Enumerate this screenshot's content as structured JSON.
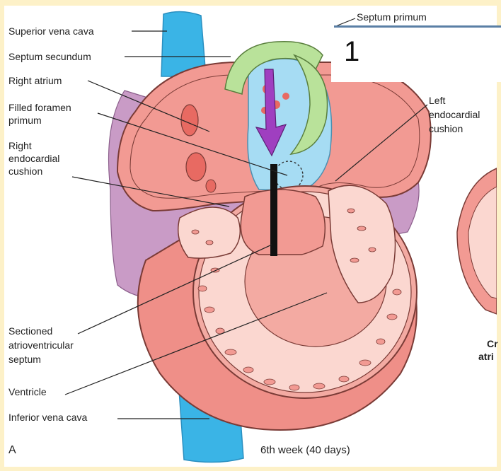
{
  "labels": {
    "superior_vena_cava": "Superior vena cava",
    "septum_secundum": "Septum secundum",
    "right_atrium": "Right atrium",
    "filled_foramen_primum_1": "Filled foramen",
    "filled_foramen_primum_2": "primum",
    "right_endocardial_1": "Right",
    "right_endocardial_2": "endocardial",
    "right_endocardial_3": "cushion",
    "sectioned_av_1": "Sectioned",
    "sectioned_av_2": "atrioventricular",
    "sectioned_av_3": "septum",
    "ventricle": "Ventricle",
    "inferior_vena_cava": "Inferior vena cava",
    "septum_primum": "Septum primum",
    "left_endocardial_1": "Left",
    "left_endocardial_2": "endocardial",
    "left_endocardial_3": "cushion",
    "panel_letter": "A",
    "caption": "6th week (40 days)",
    "cut_label_1": "Cr",
    "cut_label_2": "atri",
    "overlay_number": "1"
  },
  "colors": {
    "vena_cava": "#3ab4e6",
    "atrium_pink": "#f29a93",
    "ventricle_pink": "#f3aaa2",
    "trabeculae": "#fbd7d0",
    "purple_shadow": "#c99bc6",
    "septum_green": "#b9e29a",
    "foramen_blue": "#a6dcf3",
    "arrow_purple": "#9f3fc0",
    "frame": "#fdf1c8",
    "accent_bar": "#5a7fa5"
  },
  "icons": {
    "flow_arrow": "down-arrow-icon"
  }
}
